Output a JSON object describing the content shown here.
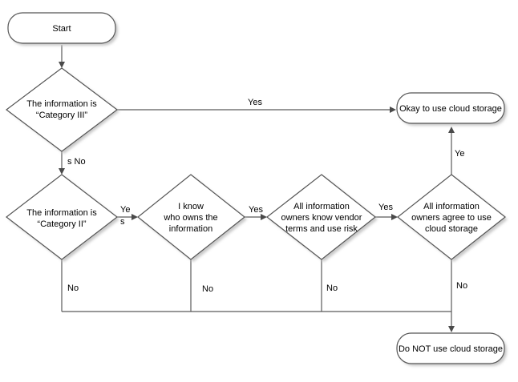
{
  "nodes": {
    "start": "Start",
    "cat3_l1": "The information is",
    "cat3_l2": "“Category III”",
    "cat2_l1": "The information is",
    "cat2_l2": "“Category II”",
    "owner_l1": "I know",
    "owner_l2": "who owns the",
    "owner_l3": "information",
    "vendor_l1": "All information",
    "vendor_l2": "owners know vendor",
    "vendor_l3": "terms and use risk",
    "agree_l1": "All information",
    "agree_l2": "owners agree to use",
    "agree_l3": "cloud storage",
    "okay": "Okay to use cloud storage",
    "donot": "Do NOT use cloud storage"
  },
  "edges": {
    "cat3_yes": "Yes",
    "cat3_no": "s No",
    "cat2_yes_a": "Ye",
    "cat2_yes_b": "s",
    "owner_yes": "Yes",
    "vendor_yes": "Yes",
    "agree_yes": "Ye",
    "cat2_no": "No",
    "owner_no": "No",
    "vendor_no": "No",
    "agree_no": "No"
  }
}
